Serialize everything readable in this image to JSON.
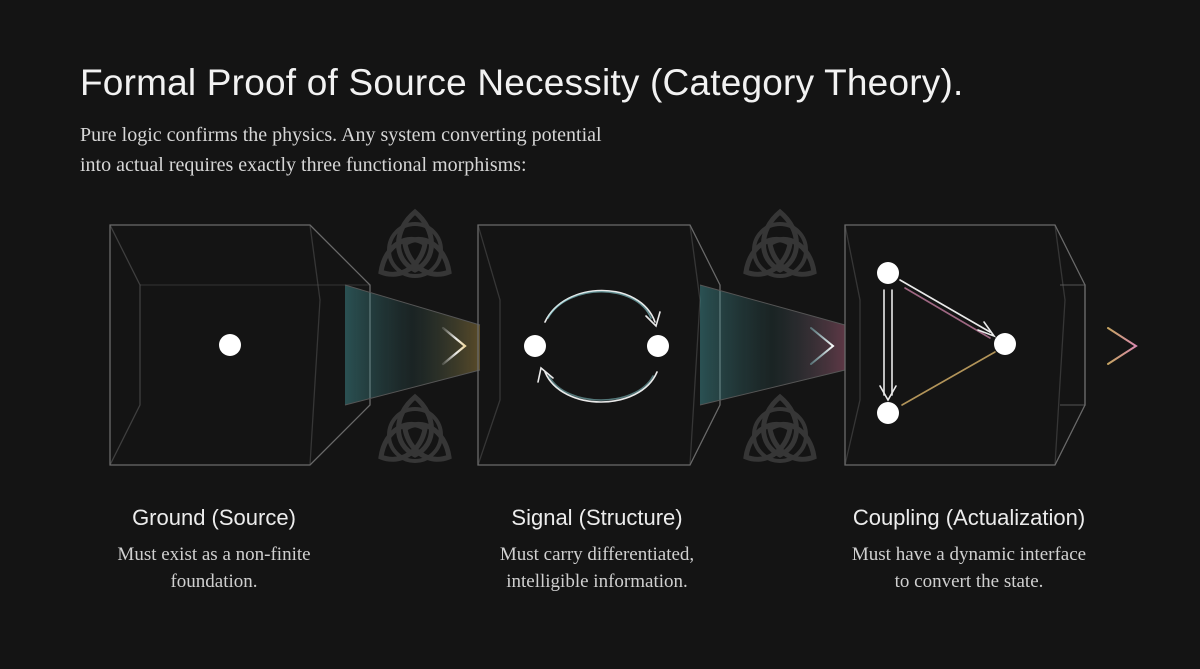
{
  "title": "Formal Proof of Source Necessity (Category Theory).",
  "subtitle_line1": "Pure logic confirms the physics. Any system converting potential",
  "subtitle_line2": "into actual requires exactly three functional morphisms:",
  "stages": [
    {
      "name": "Ground (Source)",
      "desc_line1": "Must exist as a non-finite",
      "desc_line2": "foundation."
    },
    {
      "name": "Signal (Structure)",
      "desc_line1": "Must carry differentiated,",
      "desc_line2": "intelligible information."
    },
    {
      "name": "Coupling (Actualization)",
      "desc_line1": "Must have a dynamic interface",
      "desc_line2": "to convert the state."
    }
  ],
  "colors": {
    "background": "#141414",
    "frame": "#6a6a6a",
    "arrow": "#ffffff",
    "teal_glow": "#4fb3b8",
    "gold_glow": "#c9a24a",
    "rose_glow": "#c46a8a"
  },
  "icons": [
    "triquetra-knot-icon"
  ]
}
